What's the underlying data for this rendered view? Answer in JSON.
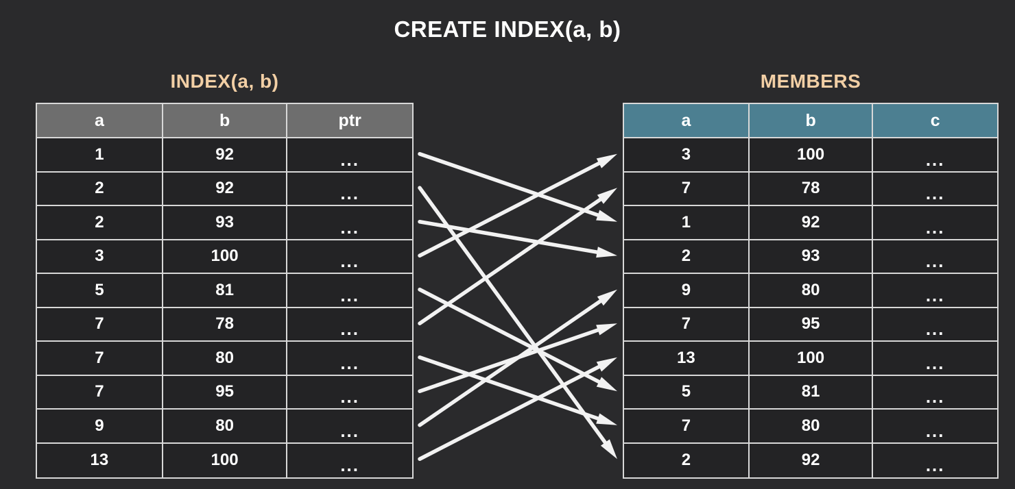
{
  "title": "CREATE INDEX(a, b)",
  "index_table": {
    "caption": "INDEX(a, b)",
    "header_color": "#6e6e6e",
    "columns": [
      "a",
      "b",
      "ptr"
    ],
    "rows": [
      {
        "a": "1",
        "b": "92",
        "ptr": "..."
      },
      {
        "a": "2",
        "b": "92",
        "ptr": "..."
      },
      {
        "a": "2",
        "b": "93",
        "ptr": "..."
      },
      {
        "a": "3",
        "b": "100",
        "ptr": "..."
      },
      {
        "a": "5",
        "b": "81",
        "ptr": "..."
      },
      {
        "a": "7",
        "b": "78",
        "ptr": "..."
      },
      {
        "a": "7",
        "b": "80",
        "ptr": "..."
      },
      {
        "a": "7",
        "b": "95",
        "ptr": "..."
      },
      {
        "a": "9",
        "b": "80",
        "ptr": "..."
      },
      {
        "a": "13",
        "b": "100",
        "ptr": "..."
      }
    ]
  },
  "members_table": {
    "caption": "MEMBERS",
    "header_color": "#4c7f91",
    "columns": [
      "a",
      "b",
      "c"
    ],
    "rows": [
      {
        "a": "3",
        "b": "100",
        "c": "..."
      },
      {
        "a": "7",
        "b": "78",
        "c": "..."
      },
      {
        "a": "1",
        "b": "92",
        "c": "..."
      },
      {
        "a": "2",
        "b": "93",
        "c": "..."
      },
      {
        "a": "9",
        "b": "80",
        "c": "..."
      },
      {
        "a": "7",
        "b": "95",
        "c": "..."
      },
      {
        "a": "13",
        "b": "100",
        "c": "..."
      },
      {
        "a": "5",
        "b": "81",
        "c": "..."
      },
      {
        "a": "7",
        "b": "80",
        "c": "..."
      },
      {
        "a": "2",
        "b": "92",
        "c": "..."
      }
    ]
  },
  "pointer_links": {
    "description": "Each INDEX row's ptr points to the matching MEMBERS row (0-based indices).",
    "color": "#f2f2f2",
    "edges": [
      {
        "from_index_row": 0,
        "to_member_row": 2
      },
      {
        "from_index_row": 1,
        "to_member_row": 9
      },
      {
        "from_index_row": 2,
        "to_member_row": 3
      },
      {
        "from_index_row": 3,
        "to_member_row": 0
      },
      {
        "from_index_row": 4,
        "to_member_row": 7
      },
      {
        "from_index_row": 5,
        "to_member_row": 1
      },
      {
        "from_index_row": 6,
        "to_member_row": 8
      },
      {
        "from_index_row": 7,
        "to_member_row": 5
      },
      {
        "from_index_row": 8,
        "to_member_row": 4
      },
      {
        "from_index_row": 9,
        "to_member_row": 6
      }
    ]
  },
  "colors": {
    "background": "#2a2a2c",
    "cell_background": "#232325",
    "grid": "#d8d8d8",
    "caption": "#f2cfa5",
    "title": "#ffffff"
  }
}
